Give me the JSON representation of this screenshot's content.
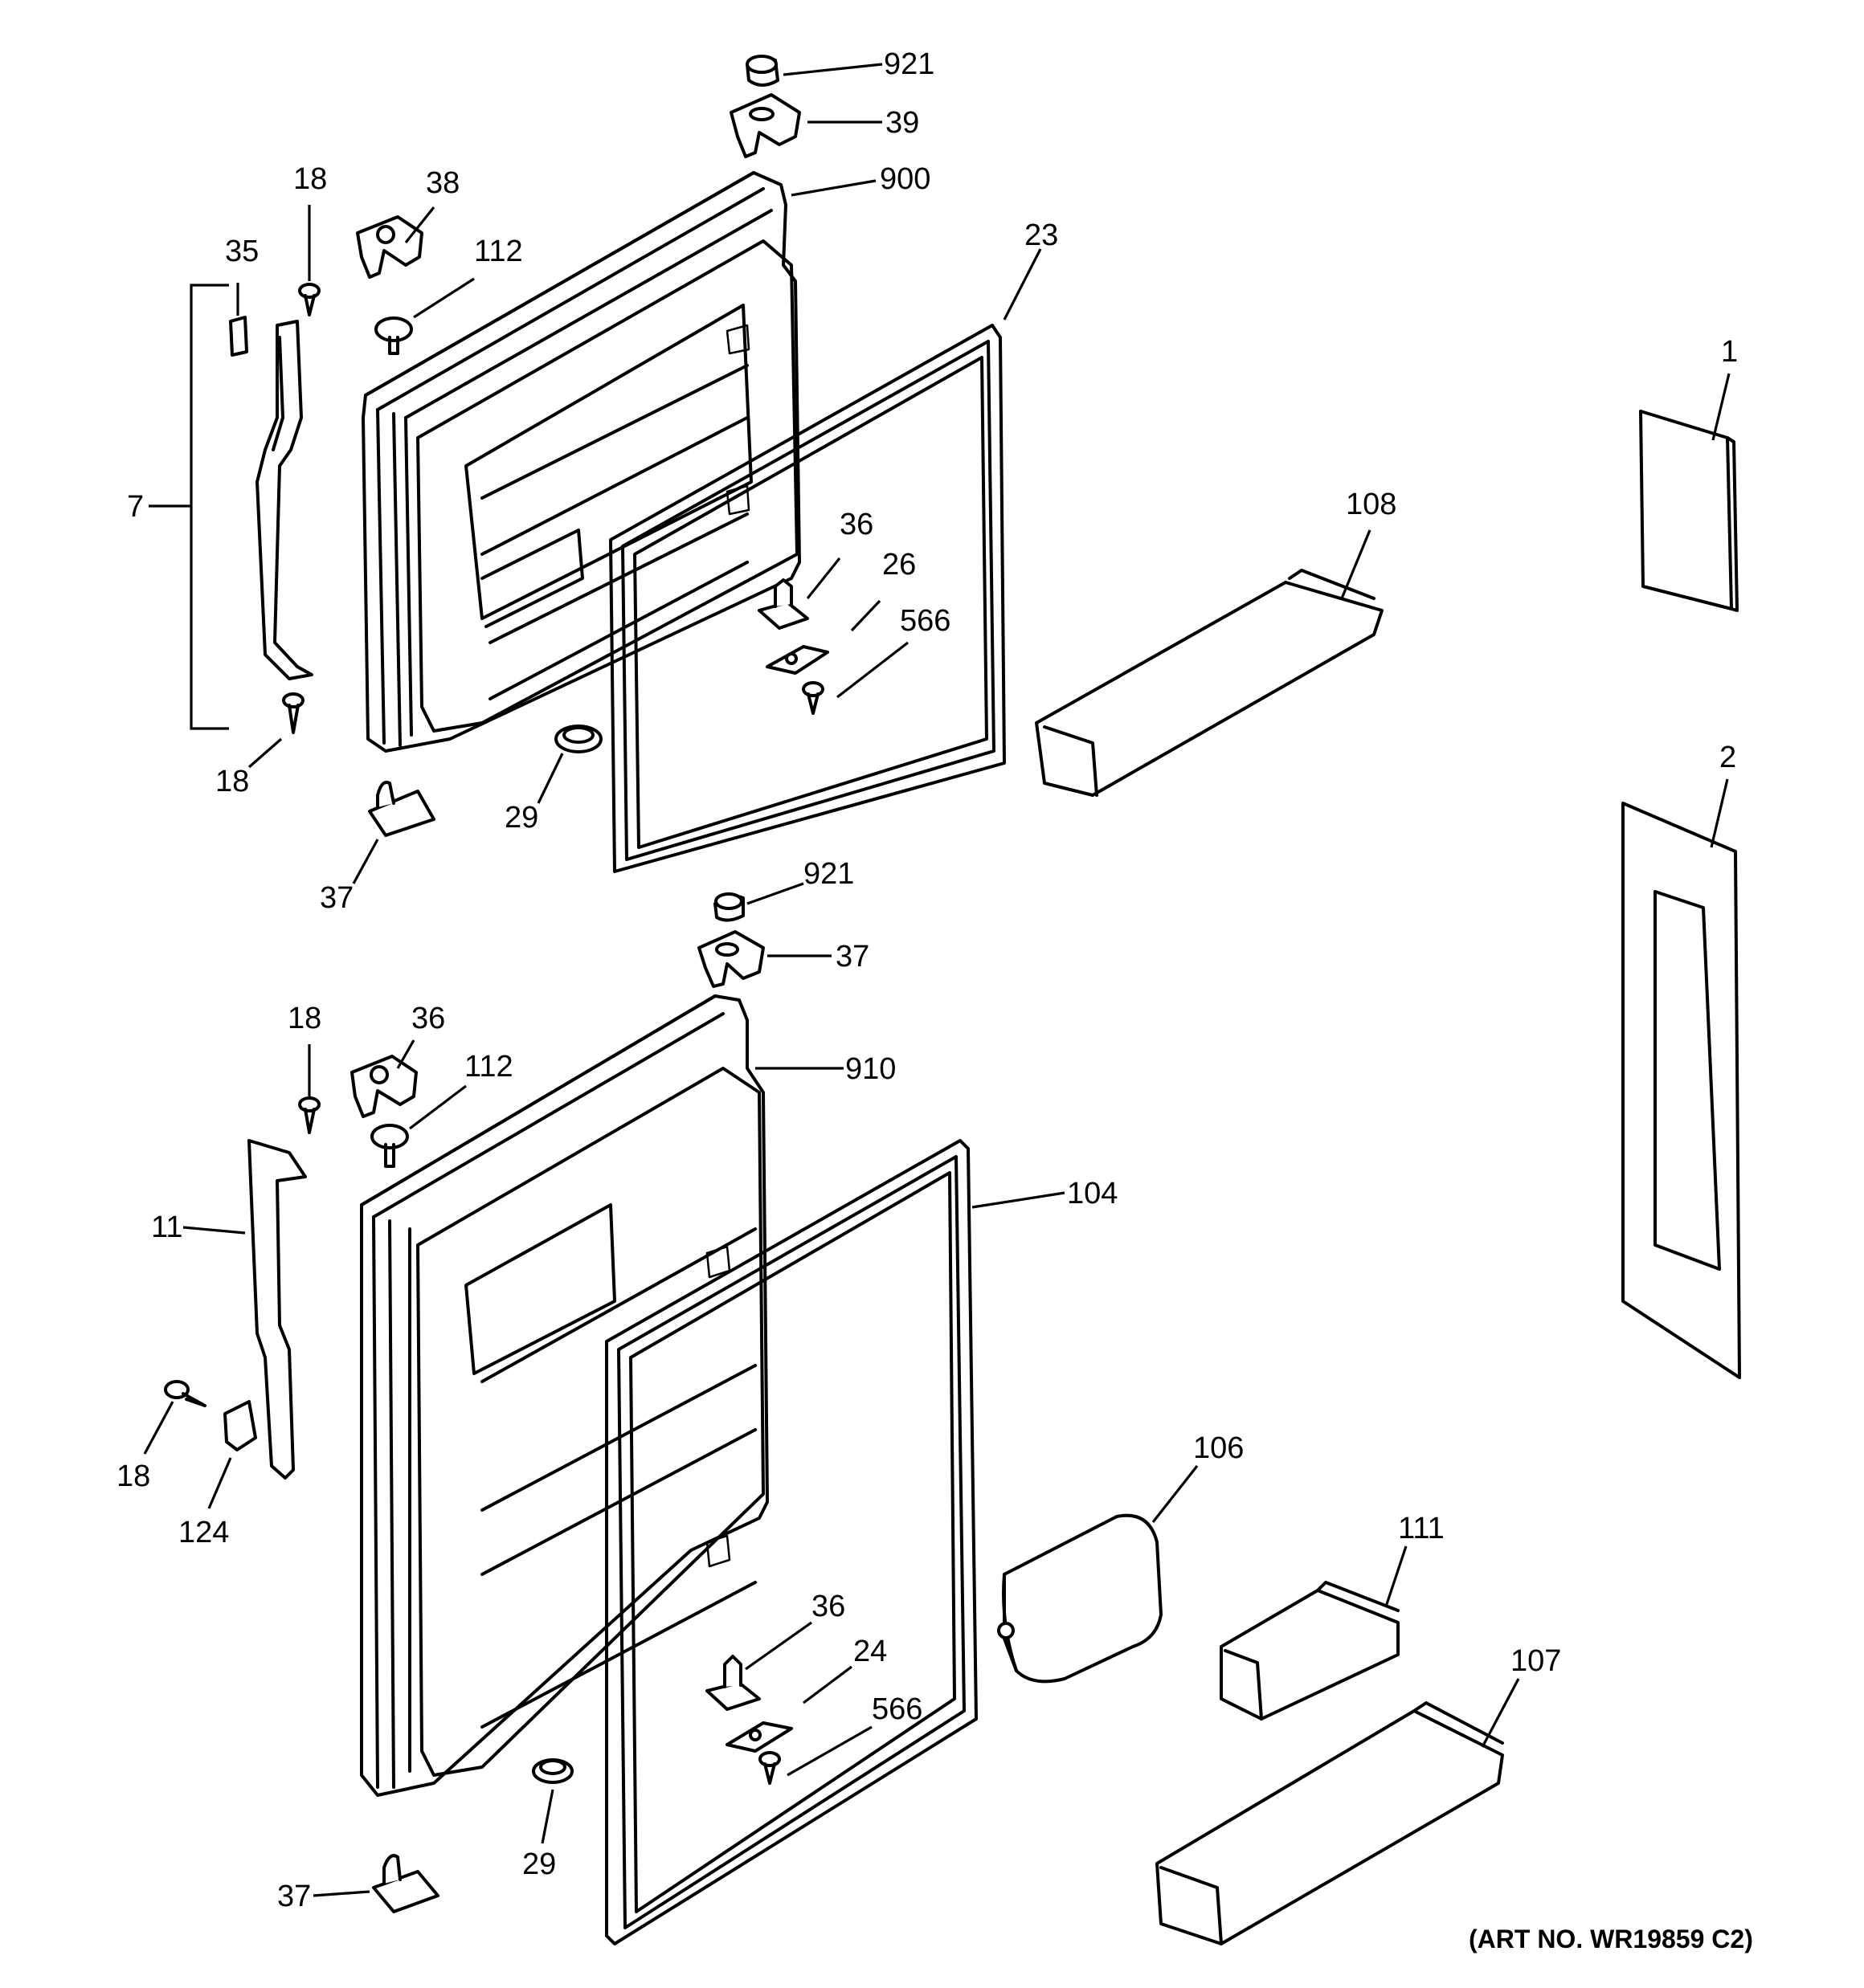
{
  "art_number": "(ART NO. WR19859 C2)",
  "callouts": [
    {
      "id": "c-921-top",
      "label": "921"
    },
    {
      "id": "c-39",
      "label": "39"
    },
    {
      "id": "c-900",
      "label": "900"
    },
    {
      "id": "c-23",
      "label": "23"
    },
    {
      "id": "c-18-a",
      "label": "18"
    },
    {
      "id": "c-38",
      "label": "38"
    },
    {
      "id": "c-35",
      "label": "35"
    },
    {
      "id": "c-112-top",
      "label": "112"
    },
    {
      "id": "c-7",
      "label": "7"
    },
    {
      "id": "c-36-top",
      "label": "36"
    },
    {
      "id": "c-26",
      "label": "26"
    },
    {
      "id": "c-566-top",
      "label": "566"
    },
    {
      "id": "c-18-b",
      "label": "18"
    },
    {
      "id": "c-29-top",
      "label": "29"
    },
    {
      "id": "c-37-a",
      "label": "37"
    },
    {
      "id": "c-108",
      "label": "108"
    },
    {
      "id": "c-1",
      "label": "1"
    },
    {
      "id": "c-2",
      "label": "2"
    },
    {
      "id": "c-921-mid",
      "label": "921"
    },
    {
      "id": "c-37-b",
      "label": "37"
    },
    {
      "id": "c-18-c",
      "label": "18"
    },
    {
      "id": "c-36-mid",
      "label": "36"
    },
    {
      "id": "c-112-mid",
      "label": "112"
    },
    {
      "id": "c-910",
      "label": "910"
    },
    {
      "id": "c-104",
      "label": "104"
    },
    {
      "id": "c-11",
      "label": "11"
    },
    {
      "id": "c-18-d",
      "label": "18"
    },
    {
      "id": "c-124",
      "label": "124"
    },
    {
      "id": "c-106",
      "label": "106"
    },
    {
      "id": "c-111",
      "label": "111"
    },
    {
      "id": "c-107",
      "label": "107"
    },
    {
      "id": "c-36-bot",
      "label": "36"
    },
    {
      "id": "c-24",
      "label": "24"
    },
    {
      "id": "c-566-bot",
      "label": "566"
    },
    {
      "id": "c-29-bot",
      "label": "29"
    },
    {
      "id": "c-37-c",
      "label": "37"
    }
  ]
}
